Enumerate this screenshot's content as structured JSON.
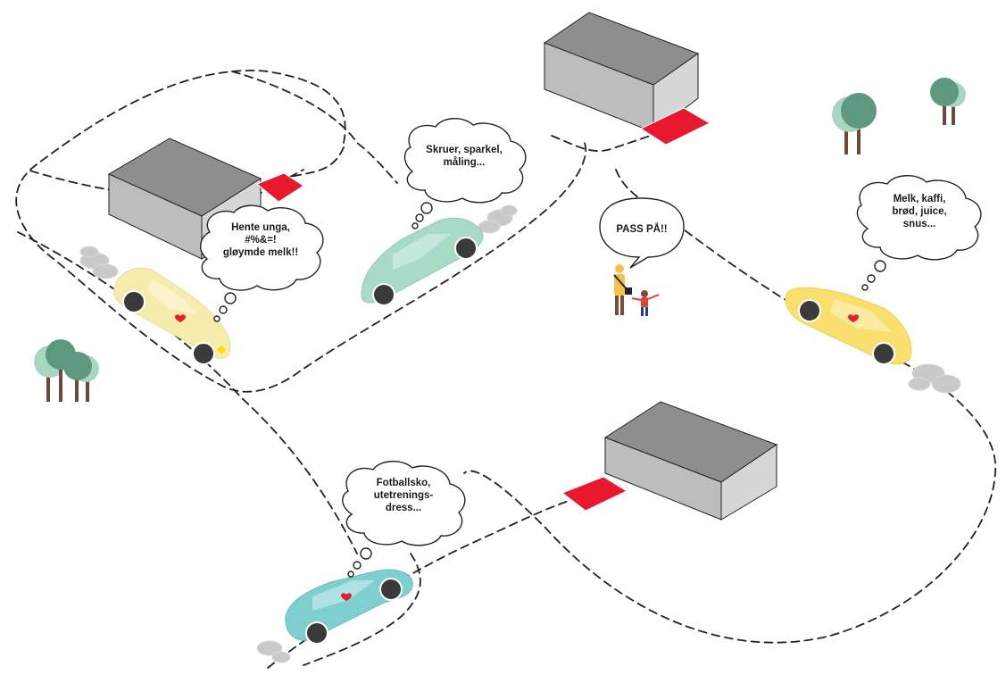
{
  "bubbles": {
    "driver_topleft": [
      "Hente unga,",
      "#%&=!",
      "gløymde melk!!"
    ],
    "driver_middle": [
      "Skruer, sparkel,",
      "måling..."
    ],
    "driver_right": [
      "Melk, kaffi,",
      "brød, juice,",
      "snus..."
    ],
    "driver_bottom": [
      "Fotballsko,",
      "utetrenings-",
      "dress..."
    ],
    "pedestrian": [
      "PASS PÅ!!"
    ]
  },
  "colors": {
    "car_pale_yellow": "#f6ecac",
    "car_yellow": "#f9df6e",
    "car_mint": "#a8dac8",
    "car_teal": "#7fcfd0",
    "building_top": "#8e8e8e",
    "building_side": "#d6d6d6",
    "building_front": "#bdbdbd",
    "parking_red": "#e8192c",
    "tree_light": "#a8d6bf",
    "tree_dark": "#5e9880",
    "trunk": "#6b4a3a",
    "heart": "#e2232a"
  },
  "icons": {
    "tree": "tree-icon",
    "car": "car-icon",
    "building": "building-icon",
    "parking": "parking-spot-icon",
    "people": "parent-and-child-icon",
    "heart": "heart-icon"
  }
}
